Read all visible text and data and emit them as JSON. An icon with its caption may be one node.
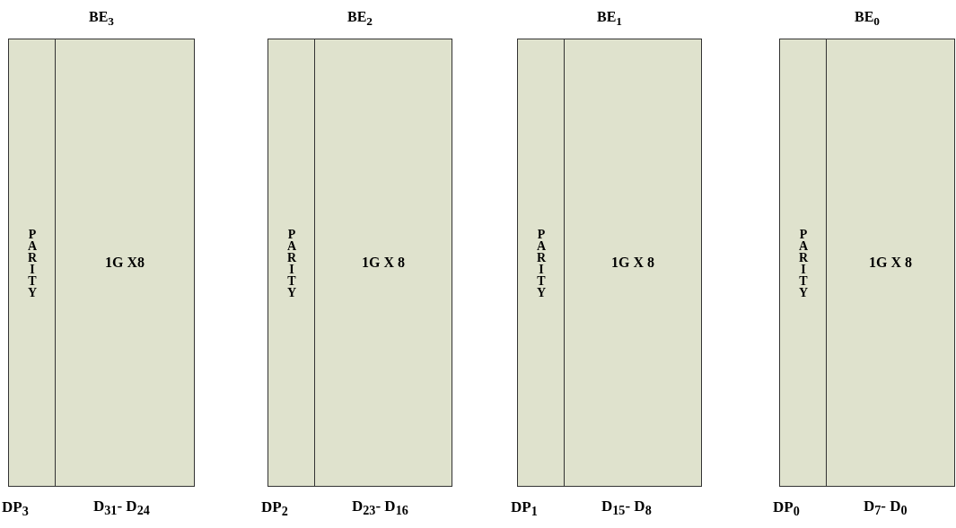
{
  "diagram": {
    "nodes": [
      {
        "text": [
          "BE$_{3}$"
        ]
      },
      {
        "text": [
          "PARITY"
        ],
        "in": 0,
        "beside": [
          "DP$_{3}$"
        ]
      },
      {
        "text": [
          "1G X8"
        ],
        "in": 0
      },
      {
        "text": [
          "BE$_{2}$"
        ]
      },
      {
        "text": [
          "PARITY"
        ],
        "in": 3,
        "beside": [
          "DP$_{2}$"
        ]
      },
      {
        "text": [
          "1G X 8"
        ],
        "in": 3
      },
      {
        "text": [
          "BE$_{1}$"
        ]
      },
      {
        "text": [
          "PARITY"
        ],
        "in": 6,
        "beside": [
          "DP$_{1}$"
        ]
      },
      {
        "text": [
          "1G X 8"
        ],
        "in": 6
      },
      {
        "text": [
          "BE$_{0}$"
        ]
      },
      {
        "text": [
          "PARITY"
        ],
        "in": 9,
        "beside": [
          "DP$_{0}$"
        ]
      },
      {
        "text": [
          "1G X 8"
        ],
        "in": 9
      }
    ],
    "labels": [
      "D$_{31}$- D$_{24}$",
      "D$_{23}$- D$_{16}$",
      "D$_{15}$- D$_{8}$",
      "D$_{7}$- D$_{0}$"
    ]
  }
}
